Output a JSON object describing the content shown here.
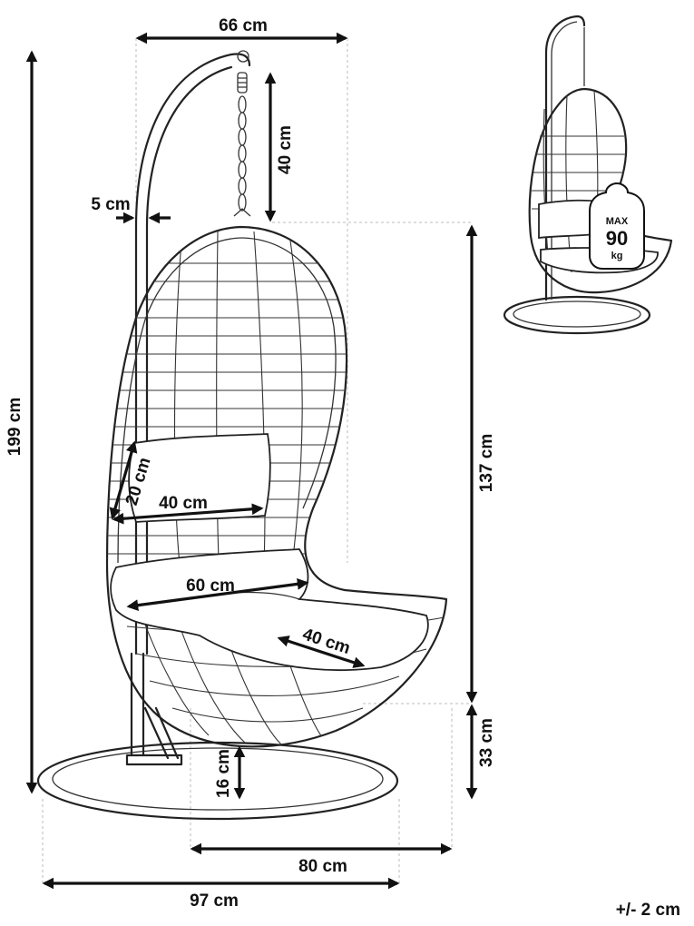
{
  "dimensions": {
    "top_width": "66 cm",
    "total_height": "199 cm",
    "chain_length": "40 cm",
    "pole_thickness": "5 cm",
    "pillow_height": "20 cm",
    "pillow_width": "40 cm",
    "seat_width": "60 cm",
    "seat_depth": "40 cm",
    "basket_height": "137 cm",
    "seat_clearance": "33 cm",
    "base_gap": "16 cm",
    "basket_width": "80 cm",
    "base_width": "97 cm"
  },
  "badge": {
    "max_label": "MAX",
    "max_value": "90",
    "max_unit": "kg"
  },
  "tolerance": "+/- 2 cm"
}
